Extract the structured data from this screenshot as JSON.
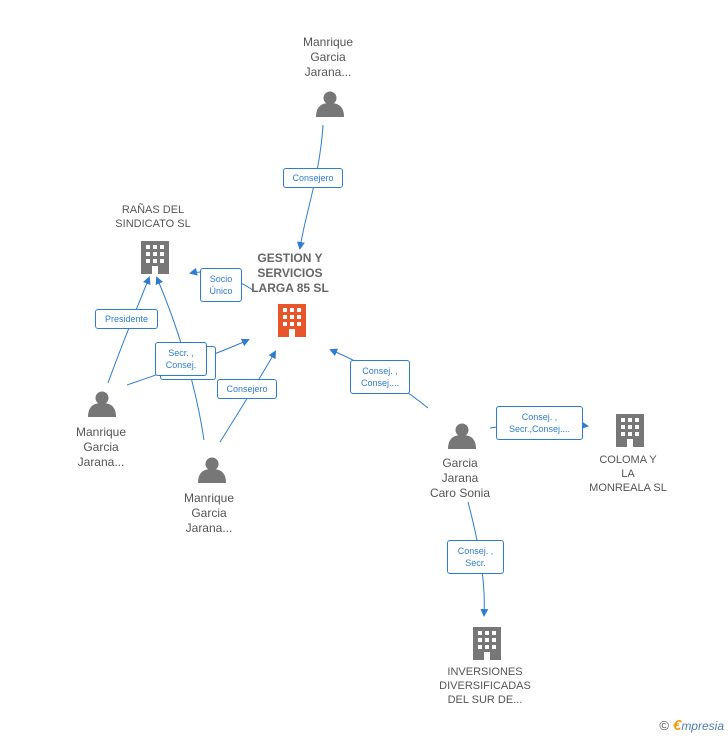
{
  "nodes": {
    "main_company": {
      "lines": [
        "GESTION Y",
        "SERVICIOS",
        "LARGA 85 SL"
      ],
      "color": "#e8552a"
    },
    "person_top": {
      "lines": [
        "Manrique",
        "Garcia",
        "Jarana..."
      ]
    },
    "ranas": {
      "lines": [
        "RAÑAS DEL",
        "SINDICATO SL"
      ]
    },
    "person_left": {
      "lines": [
        "Manrique",
        "Garcia",
        "Jarana..."
      ]
    },
    "person_mid": {
      "lines": [
        "Manrique",
        "Garcia",
        "Jarana..."
      ]
    },
    "caro_sonia": {
      "lines": [
        "Garcia",
        "Jarana",
        "Caro Sonia"
      ]
    },
    "coloma": {
      "lines": [
        "COLOMA Y",
        "LA",
        "MONREALA SL"
      ]
    },
    "inversiones": {
      "lines": [
        "INVERSIONES",
        "DIVERSIFICADAS",
        "DEL SUR DE..."
      ]
    }
  },
  "edges": {
    "top_consejero": [
      "Consejero"
    ],
    "socio_unico": [
      "Socio",
      "Único"
    ],
    "presidente": [
      "Presidente"
    ],
    "secr_consej": [
      "Secr. ,",
      "Consej."
    ],
    "mid_consejero": [
      "Consejero"
    ],
    "caro_consej_secr": [
      "Consej. ,",
      "Consej...."
    ],
    "caro_coloma": [
      "Consej. ,",
      "Secr.,Consej...."
    ],
    "caro_inversiones": [
      "Consej. ,",
      "Secr."
    ]
  },
  "colors": {
    "edge": "#2f7dd1",
    "icon": "#777777",
    "main_icon": "#e8552a"
  },
  "footer": {
    "copyright": "©",
    "brand_e": "€",
    "brand_rest": "mpresia"
  }
}
